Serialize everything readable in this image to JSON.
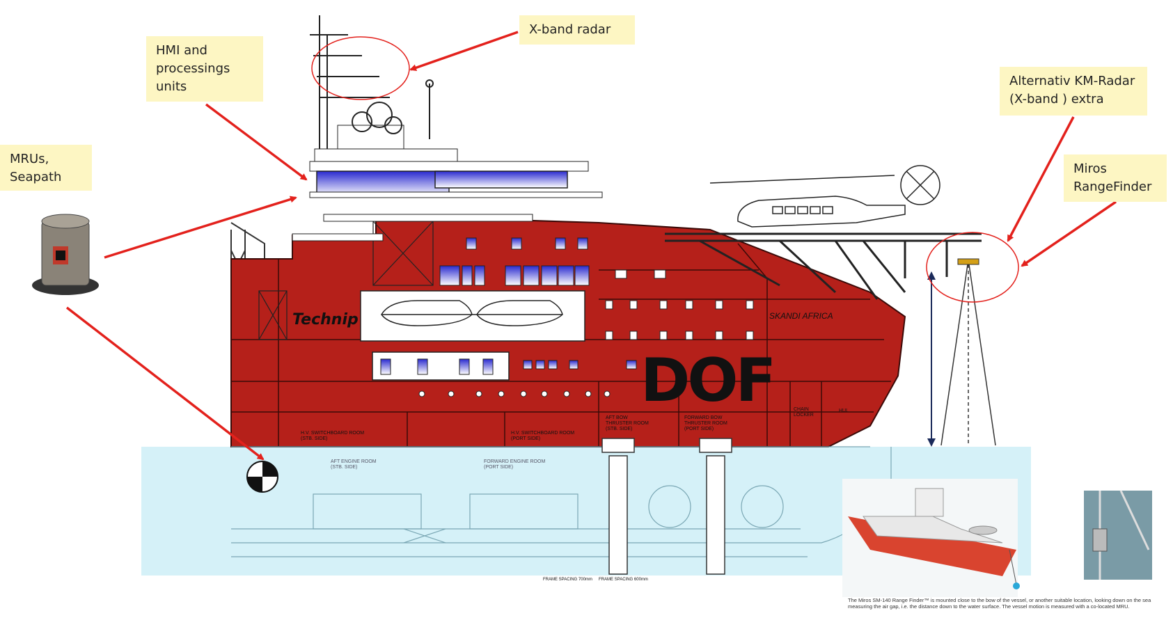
{
  "callouts": {
    "xband_radar": "X-band radar",
    "hmi": "HMI and\nprocessings\nunits",
    "mrus": "MRUs,\nSeapath",
    "km_radar": "Alternativ KM-Radar\n(X-band ) extra",
    "miros": "Miros\nRangeFinder"
  },
  "ship_markings": {
    "operator_logo": "DOF",
    "charterer_logo": "Technip",
    "vessel_name": "SKANDI AFRICA",
    "rooms": {
      "hv_switchboard_stb": "H.V. SWITCHBOARD ROOM\n(STB. SIDE)",
      "hv_switchboard_port": "H.V. SWITCHBOARD ROOM\n(PORT SIDE)",
      "aft_bow_thruster": "AFT BOW\nTHRUSTER ROOM\n(STB. SIDE)",
      "fwd_bow_thruster": "FORWARD BOW\nTHRUSTER ROOM\n(PORT SIDE)",
      "aft_engine_room": "AFT ENGINE ROOM\n(STB. SIDE)",
      "fwd_engine_room": "FORWARD ENGINE ROOM\n(PORT SIDE)",
      "chain_locker": "CHAIN\nLOCKER",
      "hul": "HUL"
    },
    "frame_spacing_1": "FRAME SPACING 700mm",
    "frame_spacing_2": "FRAME SPACING 600mm"
  },
  "caption": "The Miros SM-140 Range Finder™ is mounted close to the bow of the vessel, or another suitable location, looking down on the sea measuring the air gap, i.e. the distance down to the water surface. The vessel motion is measured with a co-located MRU.",
  "colors": {
    "hull_red": "#b5201a",
    "callout_bg": "#fdf6c3",
    "arrow_red": "#e3211c",
    "water": "#d5f1f8",
    "window_blue": "#3a3ad8"
  }
}
